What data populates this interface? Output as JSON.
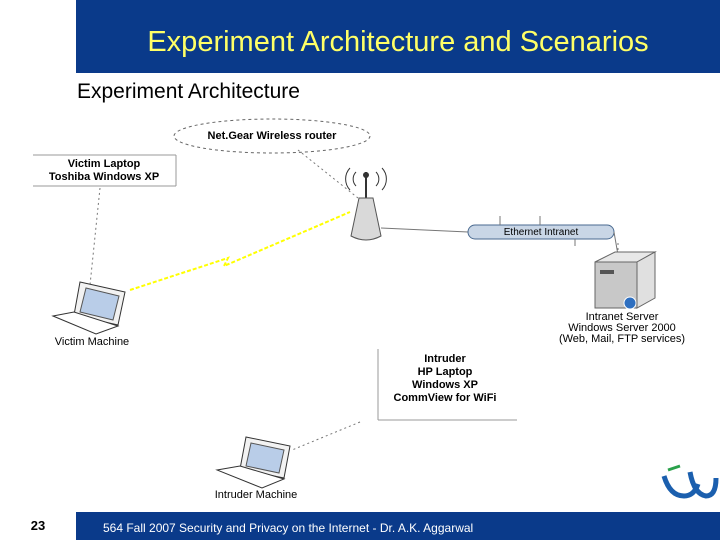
{
  "slide": {
    "title": "Experiment Architecture and Scenarios",
    "subtitle": "Experiment Architecture",
    "number": "23",
    "footer": "564 Fall 2007 Security and Privacy on the Internet - Dr. A.K. Aggarwal"
  },
  "router": {
    "label": "Net.Gear Wireless router"
  },
  "victim": {
    "box_line1": "Victim Laptop",
    "box_line2": "Toshiba Windows XP",
    "machine_label": "Victim Machine"
  },
  "ethernet": {
    "label": "Ethernet Intranet"
  },
  "server": {
    "line1": "Intranet Server",
    "line2": "Windows Server 2000",
    "line3": "(Web, Mail, FTP services)"
  },
  "intruder": {
    "line1": "Intruder",
    "line2": "HP Laptop",
    "line3": "Windows XP",
    "line4": "CommView for WiFi",
    "machine_label": "Intruder Machine"
  },
  "colors": {
    "header": "#0a3a8a",
    "title": "#ffff66",
    "wireless": "#ffff00",
    "logo": "#1b5fae",
    "logo_accent": "#2aa14b"
  }
}
